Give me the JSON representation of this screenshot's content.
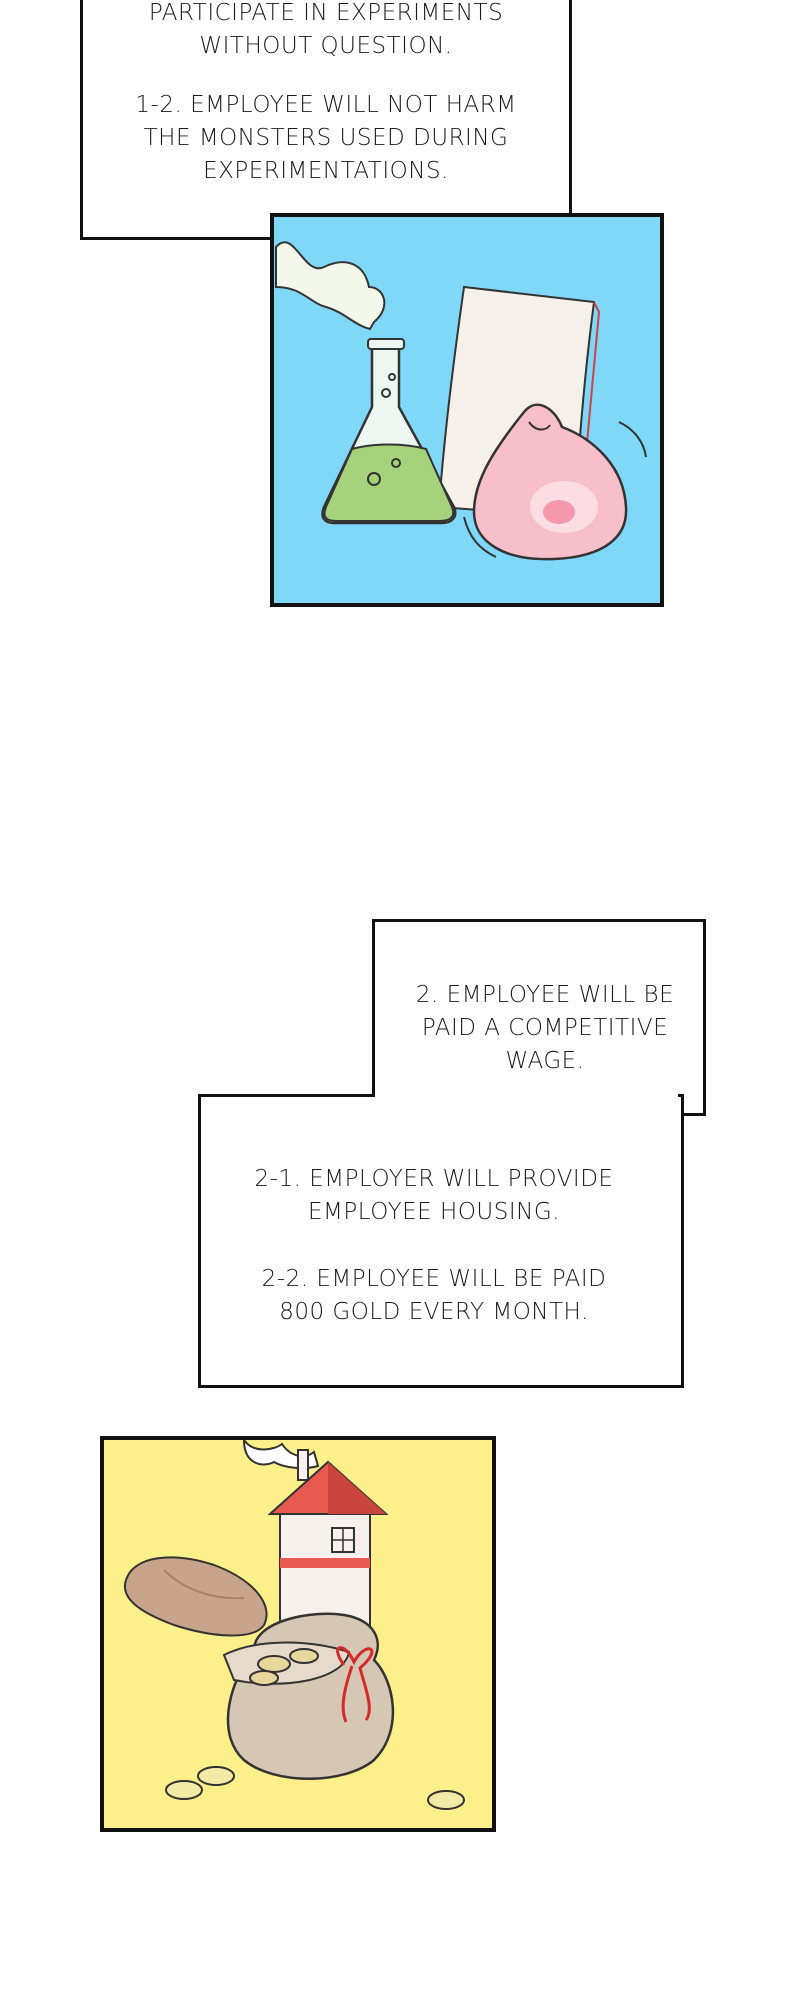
{
  "captions": {
    "clause_1_tail": "PARTICIPATE IN EXPERIMENTS\nWITHOUT QUESTION.",
    "clause_1_2": "1-2. EMPLOYEE WILL NOT HARM\nTHE MONSTERS USED DURING\nEXPERIMENTATIONS.",
    "clause_2": "2. EMPLOYEE WILL BE\nPAID A COMPETITIVE\nWAGE.",
    "clause_2_1": "2-1. EMPLOYER WILL PROVIDE\nEMPLOYEE HOUSING.",
    "clause_2_2": "2-2. EMPLOYEE WILL BE PAID\n800 GOLD EVERY MONTH."
  },
  "colors": {
    "panel_blue": "#7fd8f8",
    "panel_yellow": "#fdf08a",
    "border": "#111111",
    "slime_pink": "#f7bfc9",
    "potion_green": "#a6d27c",
    "roof_red": "#e85a50"
  },
  "icons": {
    "panel_1": "flask-paper-slime-illustration",
    "panel_2": "house-bread-coinbag-illustration"
  }
}
